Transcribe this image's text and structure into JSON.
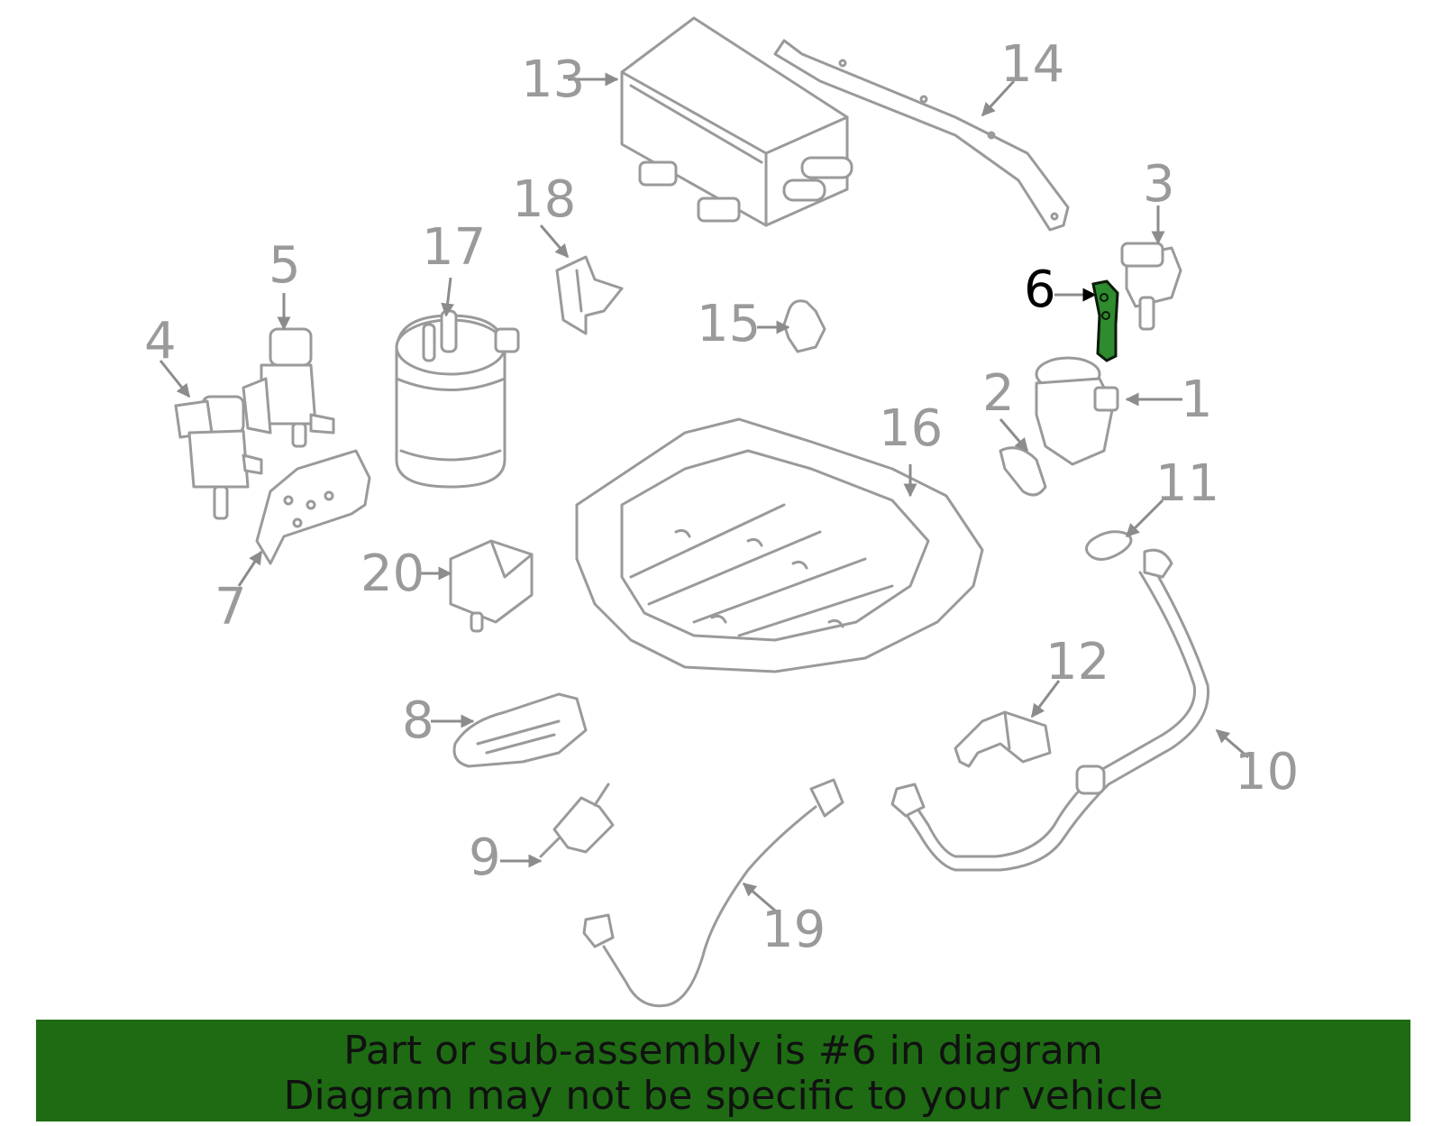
{
  "diagram": {
    "highlight_color": "#2e8b2e",
    "callouts": [
      "1",
      "2",
      "3",
      "4",
      "5",
      "6",
      "7",
      "8",
      "9",
      "10",
      "11",
      "12",
      "13",
      "14",
      "15",
      "16",
      "17",
      "18",
      "19",
      "20"
    ],
    "highlighted_part": "6"
  },
  "banner": {
    "line1": "Part or sub-assembly is #6 in diagram",
    "line2": "Diagram may not be specific to your vehicle",
    "background": "#1e6b14"
  }
}
